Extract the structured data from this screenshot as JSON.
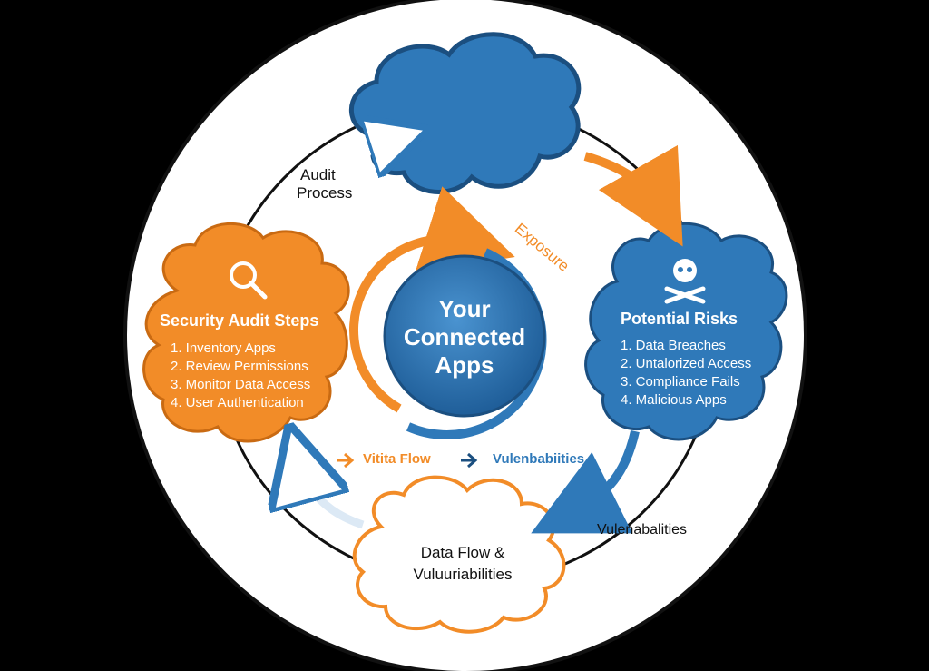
{
  "center": {
    "line1": "Your",
    "line2": "Connected",
    "line3": "Apps"
  },
  "audit_process": {
    "line1": "Audit",
    "line2": "Process"
  },
  "exposure_label": "Exposure",
  "security_audit": {
    "title": "Security Audit Steps",
    "steps": [
      "1. Inventory Apps",
      "2. Review Permissions",
      "3. Monitor Data Access",
      "4. User Authentication"
    ]
  },
  "potential_risks": {
    "title": "Potential Risks",
    "items": [
      "1. Data Breaches",
      "2. Untalorized Access",
      "3. Compliance Fails",
      "4. Malicious Apps"
    ]
  },
  "data_flow_cloud": {
    "line1": "Data Flow &",
    "line2": "Vuluuriabilities"
  },
  "legend": {
    "orange": "Vitita Flow",
    "blue": "Vulenbabiities"
  },
  "vulnerabilities_label": "Vulenabalities",
  "colors": {
    "blue": "#2f79b9",
    "orange": "#f28c28",
    "background": "#000000",
    "circle": "#ffffff"
  },
  "icons": {
    "security": "magnifier-icon",
    "risks": "skull-crossbones-icon"
  }
}
